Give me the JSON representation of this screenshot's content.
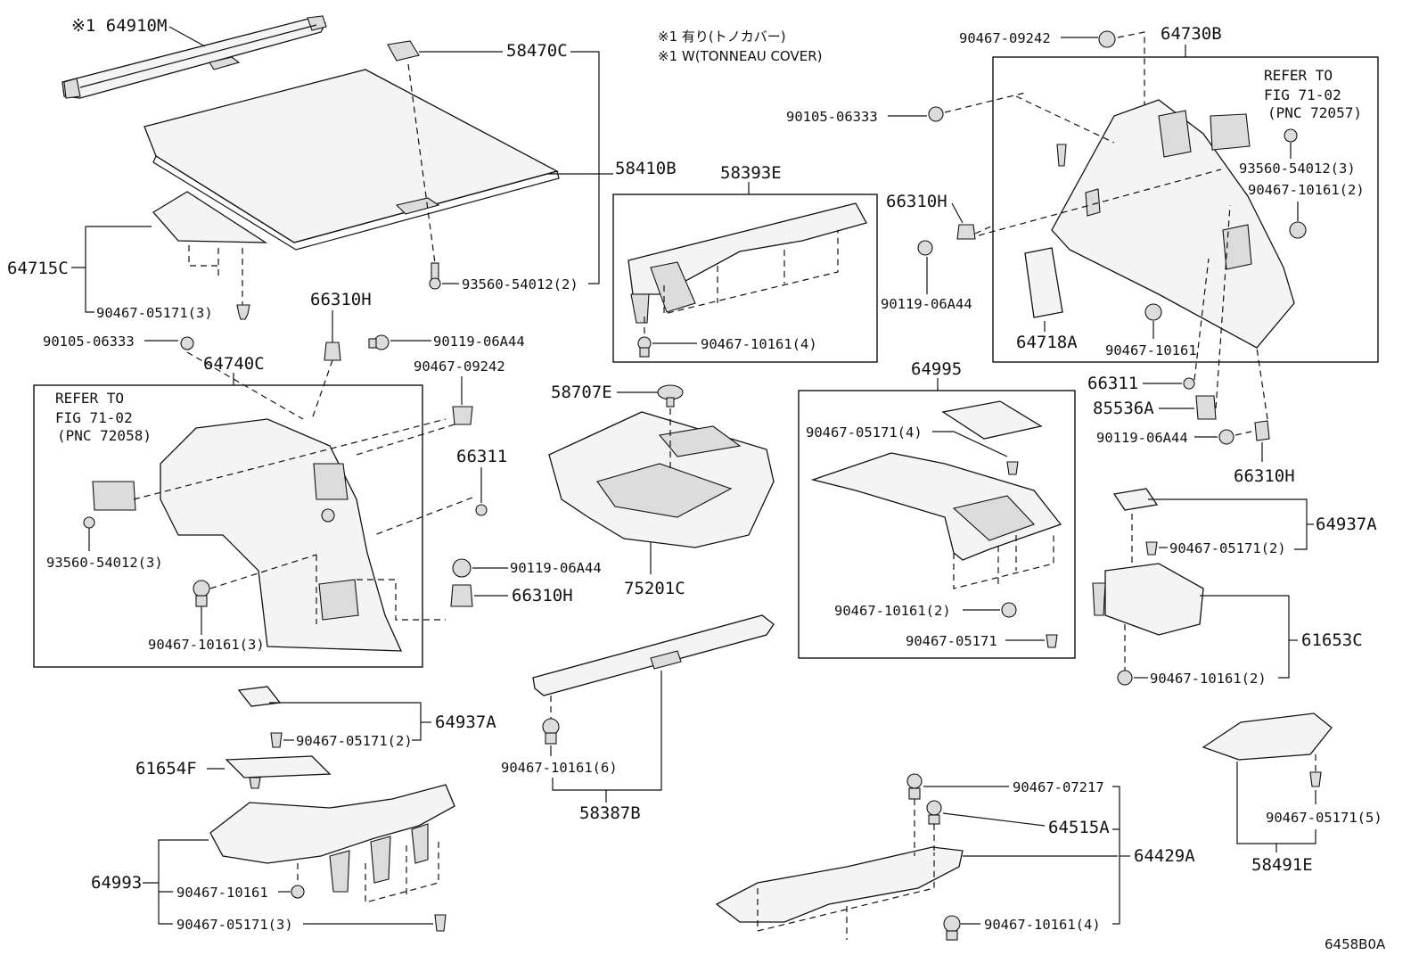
{
  "diagram": {
    "code": "6458B0A",
    "notes": [
      "※1 有り(トノカバー)",
      "※1 W(TONNEAU COVER)"
    ],
    "refer_left": [
      "REFER TO",
      "FIG 71-02",
      "(PNC 72058)"
    ],
    "refer_right": [
      "REFER TO",
      "FIG 71-02",
      "(PNC 72057)"
    ],
    "labels": {
      "l64910M": "※1 64910M",
      "l58470C": "58470C",
      "l58410B": "58410B",
      "l64715C": "64715C",
      "l9046705171_3a": "90467-05171(3)",
      "l9356054012_2": "93560-54012(2)",
      "l58393E": "58393E",
      "l9046710161_4a": "90467-10161(4)",
      "l9010506333a": "90105-06333",
      "l66310Ha": "66310H",
      "l9011906A44a": "90119-06A44",
      "l9046709242a": "90467-09242",
      "l64740C": "64740C",
      "l66311a": "66311",
      "l9356054012_3a": "93560-54012(3)",
      "l9011906A44b": "90119-06A44",
      "l66310Hb": "66310H",
      "l9046710161_3": "90467-10161(3)",
      "l58707E": "58707E",
      "l75201C": "75201C",
      "l9046709242b": "90467-09242",
      "l64730B": "64730B",
      "l9010506333b": "90105-06333",
      "l9356054012_3b": "93560-54012(3)",
      "l9046710161_2a": "90467-10161(2)",
      "l66310Hc": "66310H",
      "l9011906A44c": "90119-06A44",
      "l64718A": "64718A",
      "l9046710161a": "90467-10161",
      "l66311b": "66311",
      "l85536A": "85536A",
      "l9011906A44d": "90119-06A44",
      "l66310Hd": "66310H",
      "l64995": "64995",
      "l9046705171_4": "90467-05171(4)",
      "l9046710161_2b": "90467-10161(2)",
      "l9046705171a": "90467-05171",
      "l64937Aa": "64937A",
      "l9046705171_2a": "90467-05171(2)",
      "l61653C": "61653C",
      "l9046710161_2c": "90467-10161(2)",
      "l64937Ab": "64937A",
      "l9046705171_2b": "90467-05171(2)",
      "l61654F": "61654F",
      "l64993": "64993",
      "l9046710161b": "90467-10161",
      "l9046705171_3b": "90467-05171(3)",
      "l9046710161_6": "90467-10161(6)",
      "l58387B": "58387B",
      "l9046707217": "90467-07217",
      "l64515A": "64515A",
      "l64429A": "64429A",
      "l9046710161_4b": "90467-10161(4)",
      "l9046705171_5": "90467-05171(5)",
      "l58491E": "58491E"
    }
  }
}
